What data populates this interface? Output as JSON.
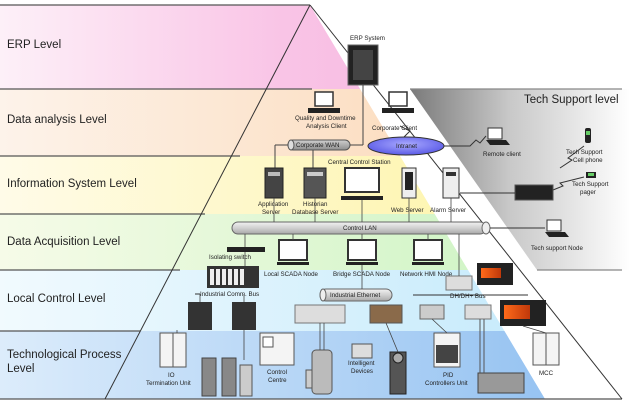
{
  "levels": [
    {
      "label": "ERP Level",
      "color": "#f9b8e2"
    },
    {
      "label": "Data analysis Level",
      "color": "#fbd6b4"
    },
    {
      "label": "Information System Level",
      "color": "#fdf6b0"
    },
    {
      "label": "Data Acquisition Level",
      "color": "#d4f5c8"
    },
    {
      "label": "Local Control Level",
      "color": "#cfeefc"
    },
    {
      "label": "Technological Process Level",
      "color": "#a9cdf3"
    }
  ],
  "tech_support": {
    "title": "Tech Support level",
    "remote_client": "Remote client",
    "cell_phone": [
      "Tech Support",
      "Cell phone"
    ],
    "pager": [
      "Tech Support",
      "pager"
    ],
    "node": "Tech support Node"
  },
  "erp": {
    "system": "ERP System"
  },
  "analysis": {
    "quality_client": [
      "Quality and Downtime",
      "Analysis Client"
    ],
    "corporate_client": "Corporate Client",
    "corporate_wan": "Corporate WAN",
    "intranet": "Intranet"
  },
  "information": {
    "central_station": "Central Control Station",
    "application_server": [
      "Application",
      "Server"
    ],
    "historian": [
      "Historian",
      "Database Server"
    ],
    "web_server": "Web Server",
    "alarm_server": "Alarm Server",
    "control_lan": "Control LAN"
  },
  "acquisition": {
    "isolating_switch": "Isolating switch",
    "local_scada": "Local SCADA Node",
    "bridge_scada": "Bridge SCADA Node",
    "network_hmi": "Network HMI Node"
  },
  "local_control": {
    "industrial_comm_bus": "Industrial Comm. Bus",
    "industrial_ethernet": "Industrial Ethernet",
    "dh_bus": "DH/DH+ Bus"
  },
  "process": {
    "io_unit": [
      "IO",
      "Termination Unit"
    ],
    "control_centre": [
      "Control",
      "Centre"
    ],
    "intelligent_devices": [
      "Intelligent",
      "Devices"
    ],
    "pid_unit": [
      "PID",
      "Controllers Unit"
    ],
    "mcc": "MCC"
  }
}
